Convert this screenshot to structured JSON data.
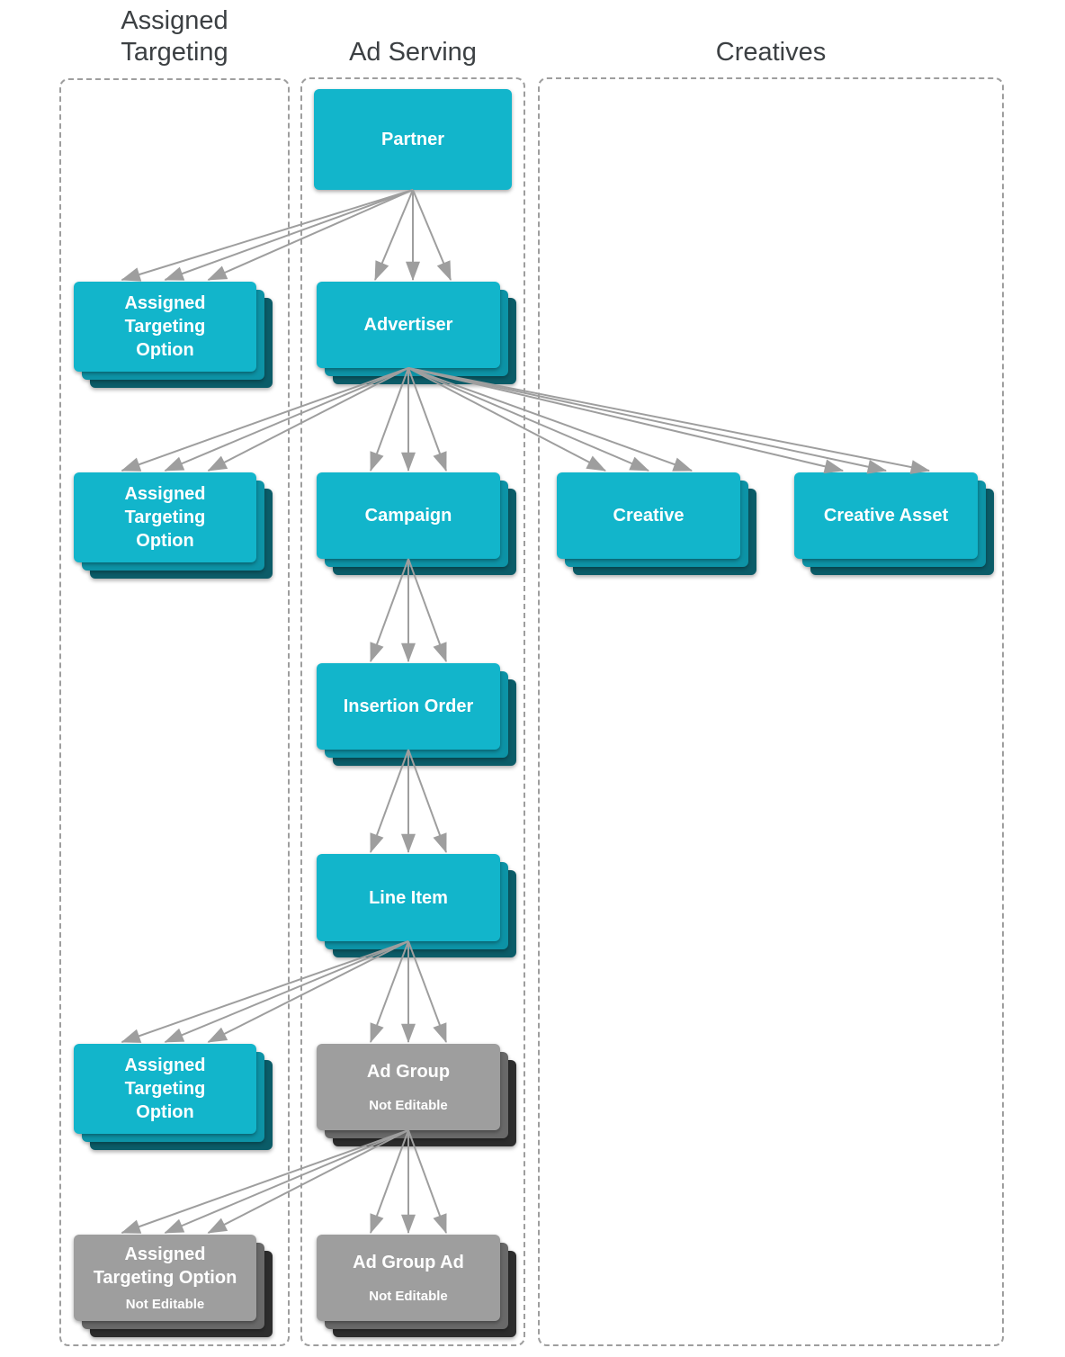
{
  "columns": {
    "assigned_targeting": {
      "title": "Assigned\nTargeting"
    },
    "ad_serving": {
      "title": "Ad Serving"
    },
    "creatives": {
      "title": "Creatives"
    }
  },
  "nodes": {
    "partner": {
      "label": "Partner",
      "variant": "teal",
      "stacked": false
    },
    "ato1": {
      "label": "Assigned\nTargeting\nOption",
      "variant": "teal",
      "stacked": true
    },
    "advertiser": {
      "label": "Advertiser",
      "variant": "teal",
      "stacked": true
    },
    "ato2": {
      "label": "Assigned\nTargeting\nOption",
      "variant": "teal",
      "stacked": true
    },
    "campaign": {
      "label": "Campaign",
      "variant": "teal",
      "stacked": true
    },
    "creative": {
      "label": "Creative",
      "variant": "teal",
      "stacked": true
    },
    "creative_asset": {
      "label": "Creative Asset",
      "variant": "teal",
      "stacked": true
    },
    "insertion_order": {
      "label": "Insertion Order",
      "variant": "teal",
      "stacked": true
    },
    "line_item": {
      "label": "Line Item",
      "variant": "teal",
      "stacked": true
    },
    "ato3": {
      "label": "Assigned\nTargeting\nOption",
      "variant": "teal",
      "stacked": true
    },
    "ad_group": {
      "label": "Ad Group",
      "sublabel": "Not Editable",
      "variant": "gray",
      "stacked": true
    },
    "ato4": {
      "label": "Assigned\nTargeting Option",
      "sublabel": "Not Editable",
      "variant": "gray",
      "stacked": true
    },
    "ad_group_ad": {
      "label": "Ad Group Ad",
      "sublabel": "Not Editable",
      "variant": "gray",
      "stacked": true
    }
  },
  "edges": [
    {
      "from": "partner",
      "to": "ato1"
    },
    {
      "from": "partner",
      "to": "advertiser"
    },
    {
      "from": "advertiser",
      "to": "ato2"
    },
    {
      "from": "advertiser",
      "to": "campaign"
    },
    {
      "from": "advertiser",
      "to": "creative"
    },
    {
      "from": "advertiser",
      "to": "creative_asset"
    },
    {
      "from": "campaign",
      "to": "insertion_order"
    },
    {
      "from": "insertion_order",
      "to": "line_item"
    },
    {
      "from": "line_item",
      "to": "ato3"
    },
    {
      "from": "line_item",
      "to": "ad_group"
    },
    {
      "from": "ad_group",
      "to": "ato4"
    },
    {
      "from": "ad_group",
      "to": "ad_group_ad"
    }
  ],
  "colors": {
    "teal": "#12b5cb",
    "teal_mid": "#0d93a6",
    "teal_dark": "#0b5c68",
    "gray": "#9e9e9e",
    "gray_mid": "#696969",
    "gray_dark": "#2d2d2d",
    "arrow": "#9e9e9e",
    "border_dash": "#9e9e9e",
    "heading": "#3c4043",
    "label_text": "#ffffff",
    "background": "#ffffff"
  }
}
